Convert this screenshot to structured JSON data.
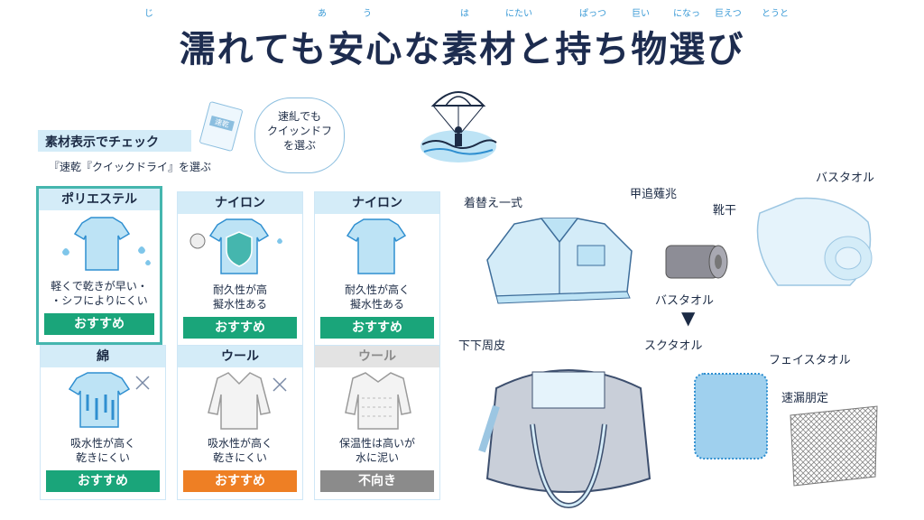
{
  "title": "濡れても安心な素材と持ち物選び",
  "ruby": [
    "じ",
    "あ",
    "う",
    "は",
    "にたい",
    "ぱっつ",
    "巨い",
    "になっ",
    "巨えつ",
    "とうと"
  ],
  "check": {
    "label": "素材表示でチェック",
    "sub": "『速乾『クイックドライ』を選ぶ",
    "tag_text": "速乾",
    "bubble": [
      "速糺でも",
      "クイッンドフ",
      "を選ぶ"
    ]
  },
  "cards": [
    {
      "name": "ポリエステル",
      "desc": [
        "軽くで乾きが早い・",
        "・シフによりにくい"
      ],
      "button": "おすすめ",
      "button_color": "#1aa57a"
    },
    {
      "name": "ナイロン",
      "desc": [
        "耐久性が高",
        "擬水性ある"
      ],
      "button": "おすすめ",
      "button_color": "#1aa57a"
    },
    {
      "name": "ナイロン",
      "desc": [
        "耐久性が高く",
        "擬水性ある"
      ],
      "button": "おすすめ",
      "button_color": "#1aa57a"
    },
    {
      "name": "綿",
      "desc": [
        "吸水性が高く",
        "乾きにくい"
      ],
      "button": "おすすめ",
      "button_color": "#1aa57a"
    },
    {
      "name": "ウール",
      "desc": [
        "吸水性が高く",
        "乾きにくい"
      ],
      "button": "おすすめ",
      "button_color": "#ee7f24"
    },
    {
      "name": "ウール",
      "desc": [
        "保温性は高いが",
        "水に泥い"
      ],
      "button": "不向き",
      "button_color": "#8b8b8b"
    }
  ],
  "items": {
    "clothes": "着替え一式",
    "jacket": "甲追薙兆",
    "small_towel": "靴干",
    "bath_towel_top": "バスタオル",
    "bath_towel_mid": "バスタオル",
    "bag": "下下周皮",
    "sports_towel": "スクタオル",
    "face_towel": "フェイスタオル",
    "mesh": "速漏朋定"
  },
  "colors": {
    "accent": "#45b6ae",
    "header_bg": "#d4ecf8",
    "recommend": "#1aa57a",
    "warn": "#ee7f24",
    "unsuitable": "#8b8b8b"
  }
}
